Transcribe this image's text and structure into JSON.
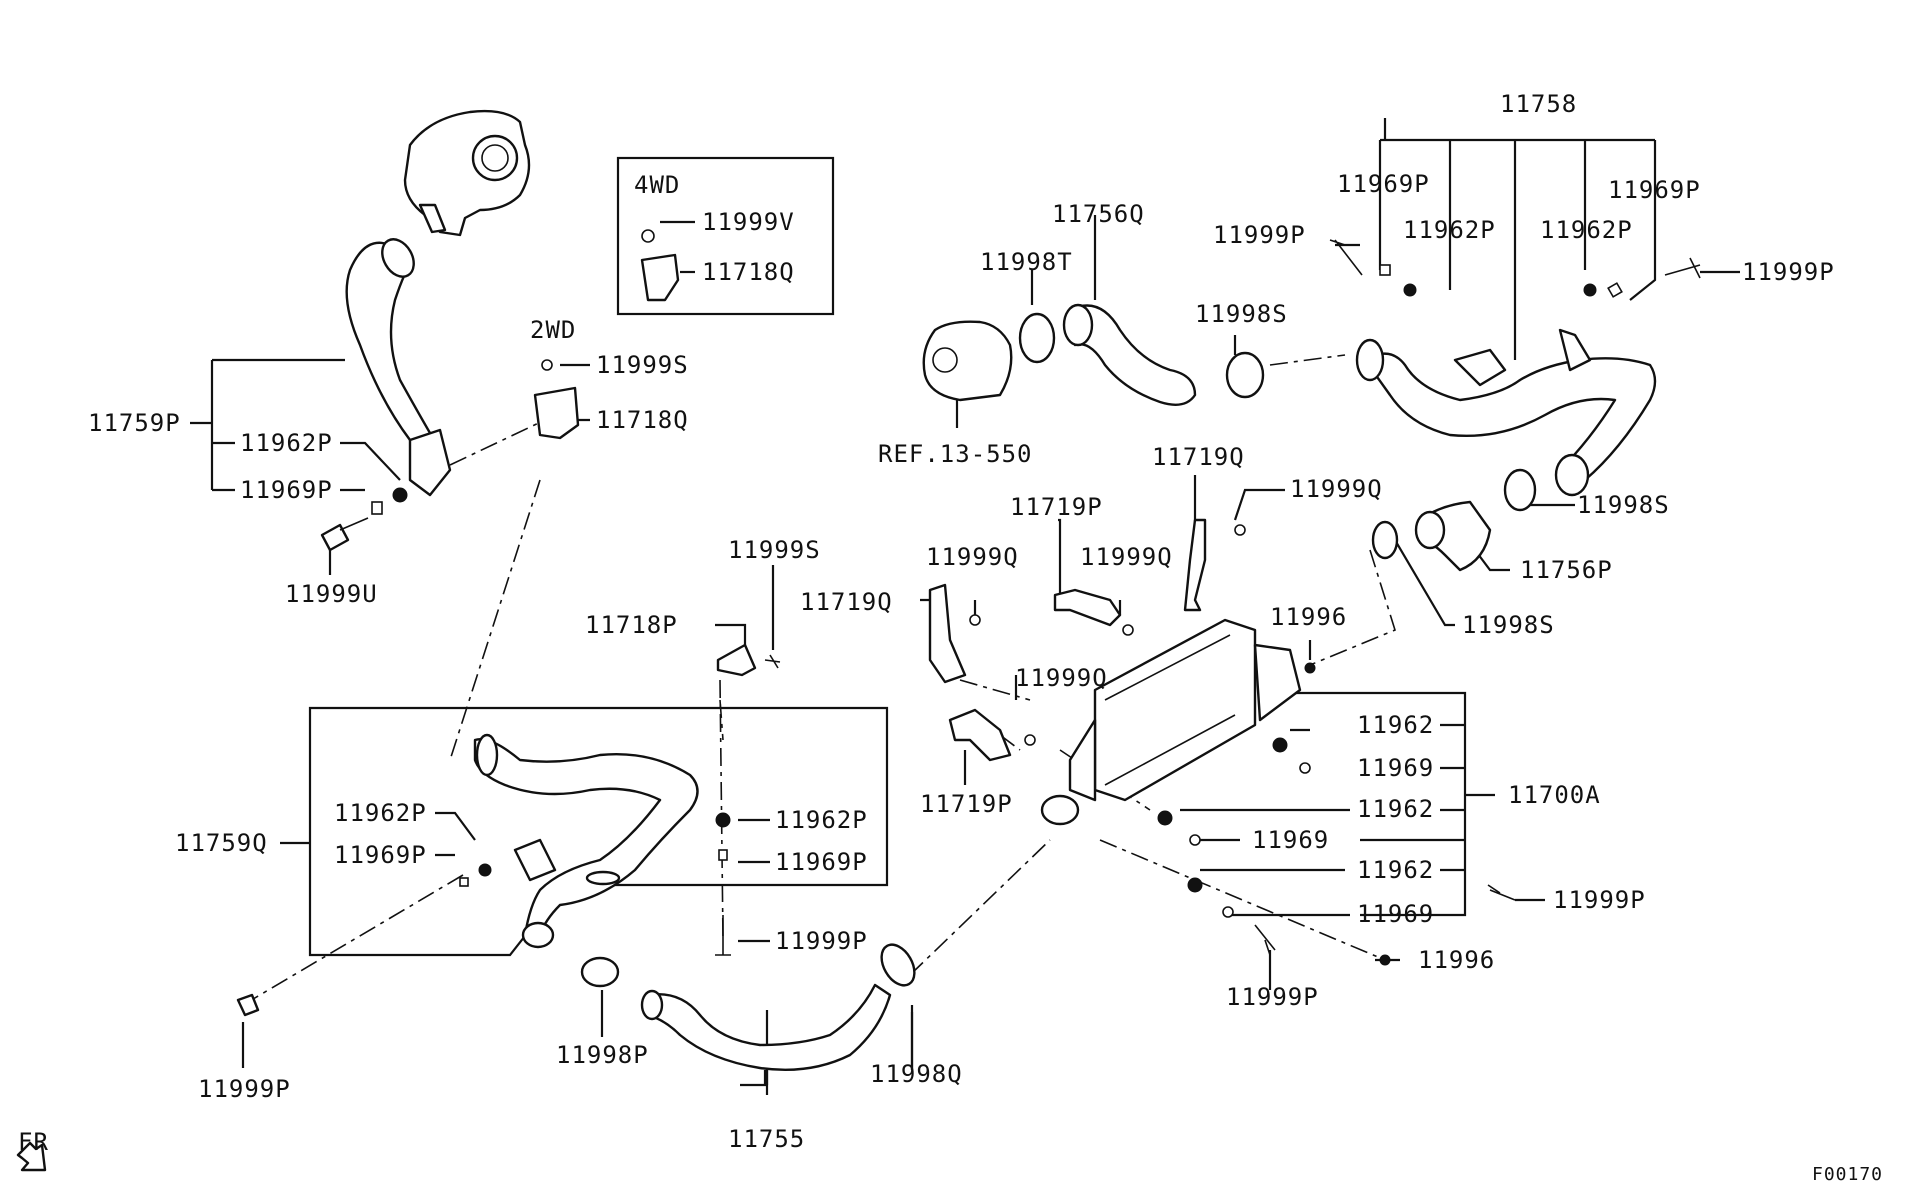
{
  "labels": {
    "p11758": "11758",
    "p11969P_a": "11969P",
    "p11969P_b": "11969P",
    "p11756Q": "11756Q",
    "p11999P_a": "11999P",
    "p11962P_a": "11962P",
    "p11962P_b": "11962P",
    "p11999P_b": "11999P",
    "p11998T": "11998T",
    "p11998S_a": "11998S",
    "ref": "REF.13-550",
    "p11719Q_a": "11719Q",
    "p11999Q_a": "11999Q",
    "p11998S_b": "11998S",
    "p11719P_a": "11719P",
    "p11756P": "11756P",
    "p11999Q_b": "11999Q",
    "p11999Q_c": "11999Q",
    "p11719Q_b": "11719Q",
    "p11998S_c": "11998S",
    "p11996_a": "11996",
    "p11999Q_d": "11999Q",
    "p11962_a": "11962",
    "p11969_a": "11969",
    "p11700A": "11700A",
    "p11719P_b": "11719P",
    "p11962_b": "11962",
    "p11969_b": "11969",
    "p11962_c": "11962",
    "p11999P_c": "11999P",
    "p11969_c": "11969",
    "p11996_b": "11996",
    "p11999P_d": "11999P",
    "wd4": "4WD",
    "p11999V": "11999V",
    "p11718Q_a": "11718Q",
    "wd2": "2WD",
    "p11999S_a": "11999S",
    "p11718Q_b": "11718Q",
    "p11759P": "11759P",
    "p11962P_c": "11962P",
    "p11969P_c": "11969P",
    "p11999U": "11999U",
    "p11999S_b": "11999S",
    "p11718P": "11718P",
    "p11962P_d": "11962P",
    "p11969P_d": "11969P",
    "p11759Q": "11759Q",
    "p11962P_e": "11962P",
    "p11969P_e": "11969P",
    "p11999P_e": "11999P",
    "p11998P": "11998P",
    "p11998Q": "11998Q",
    "p11755": "11755",
    "p11999P_f": "11999P",
    "fr": "FR",
    "code": "F00170"
  }
}
